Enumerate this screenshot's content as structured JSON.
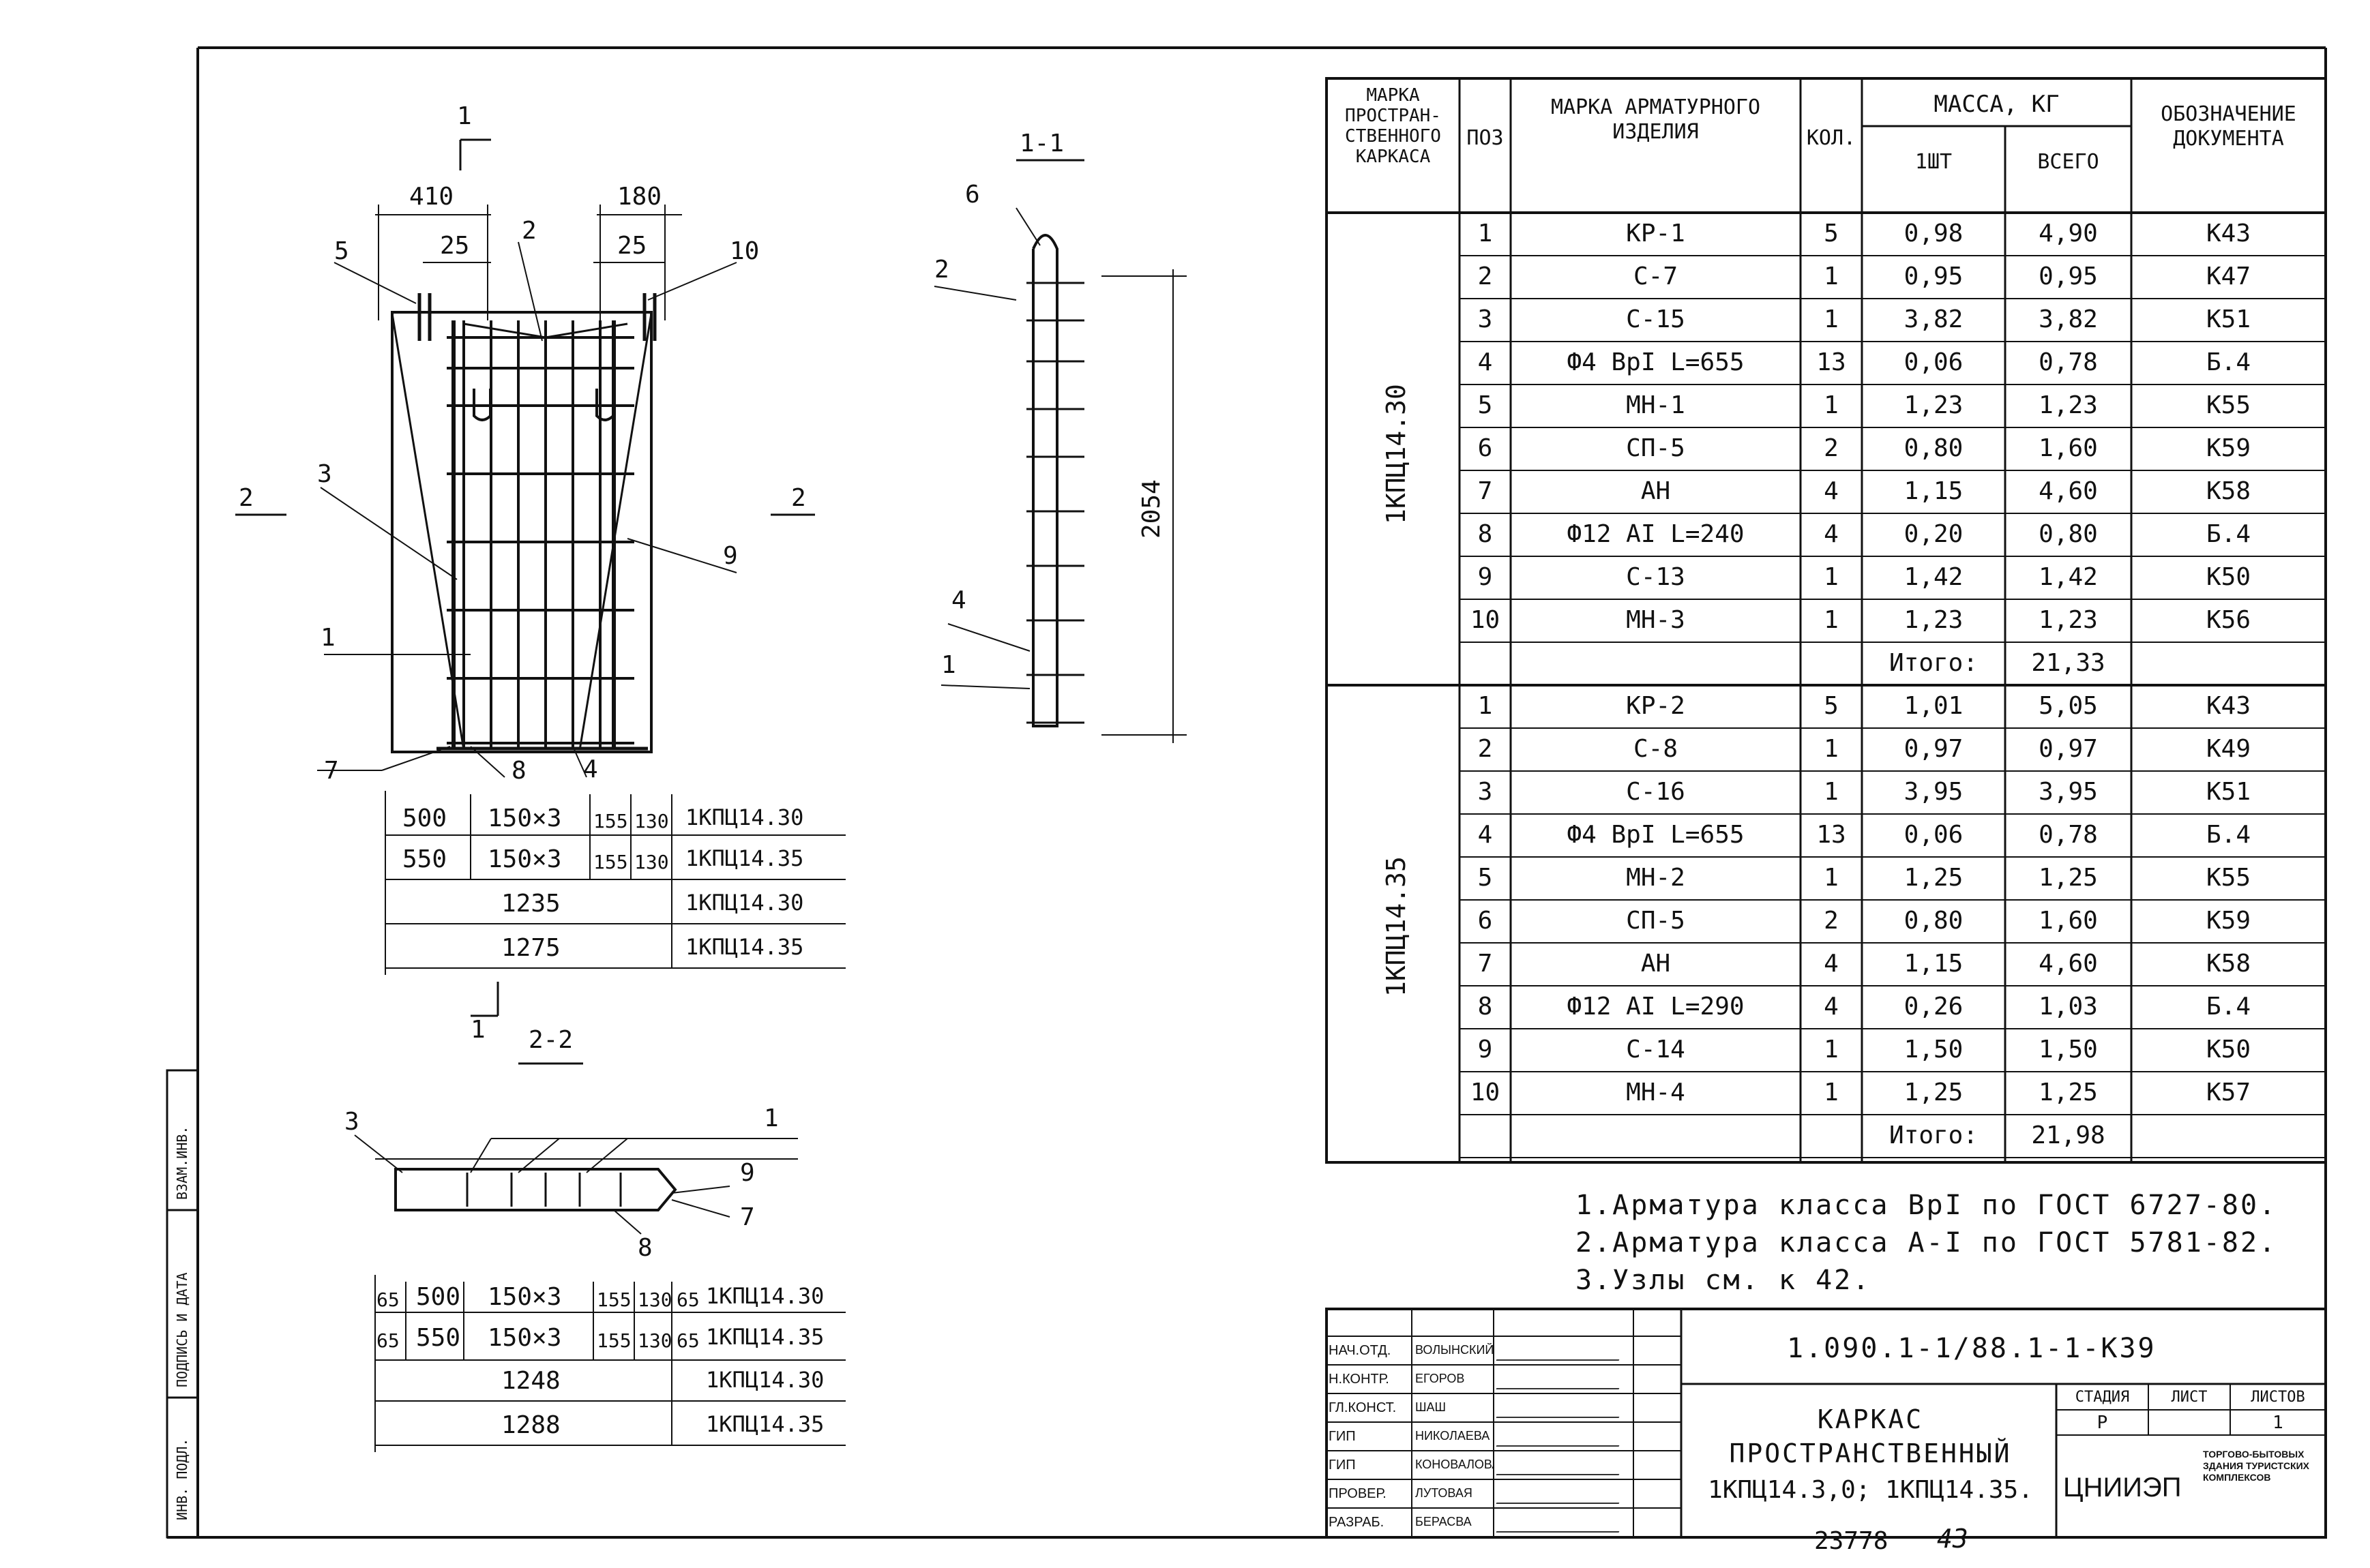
{
  "drawing": {
    "view_top_label": "1",
    "dims_top": [
      "410",
      "180",
      "25",
      "25"
    ],
    "callouts_main": [
      "5",
      "2",
      "10",
      "3",
      "9",
      "1",
      "7",
      "8",
      "4"
    ],
    "section_arrow_left": "2",
    "section_arrow_right": "2",
    "section_1_1": {
      "title": "1-1",
      "callouts": [
        "6",
        "2",
        "4",
        "1"
      ],
      "height_dim": "2054"
    },
    "dim_rows_main": [
      {
        "a": "500",
        "b": "150×3",
        "c": "155",
        "d": "130",
        "mark": "1КПЦ14.30"
      },
      {
        "a": "550",
        "b": "150×3",
        "c": "155",
        "d": "130",
        "mark": "1КПЦ14.35"
      }
    ],
    "total_rows_main": [
      {
        "value": "1235",
        "mark": "1КПЦ14.30"
      },
      {
        "value": "1275",
        "mark": "1КПЦ14.35"
      }
    ],
    "view_bottom_label": "1",
    "section_2_2": {
      "title": "2-2",
      "callouts": [
        "3",
        "1",
        "9",
        "7",
        "8"
      ],
      "dim_rows": [
        {
          "e": "65",
          "a": "500",
          "b": "150×3",
          "c": "155",
          "d": "130",
          "f": "65",
          "mark": "1КПЦ14.30"
        },
        {
          "e": "65",
          "a": "550",
          "b": "150×3",
          "c": "155",
          "d": "130",
          "f": "65",
          "mark": "1КПЦ14.35"
        }
      ],
      "total_rows": [
        {
          "value": "1248",
          "mark": "1КПЦ14.30"
        },
        {
          "value": "1288",
          "mark": "1КПЦ14.35"
        }
      ]
    }
  },
  "table": {
    "headers": {
      "frame_mark": "МАРКА ПРОСТРАН-СТВЕННОГО КАРКАСА",
      "pos": "ПОЗ",
      "item_mark": "МАРКА АРМАТУРНОГО ИЗДЕЛИЯ",
      "qty": "КОЛ.",
      "mass": "МАССА, КГ",
      "mass_one": "1ШТ",
      "mass_total": "ВСЕГО",
      "doc": "ОБОЗНАЧЕНИЕ ДОКУМЕНТА"
    },
    "groups": [
      {
        "frame": "1КПЦ14.30",
        "rows": [
          {
            "pos": "1",
            "mark": "КР-1",
            "qty": "5",
            "one": "0,98",
            "total": "4,90",
            "doc": "К43"
          },
          {
            "pos": "2",
            "mark": "С-7",
            "qty": "1",
            "one": "0,95",
            "total": "0,95",
            "doc": "К47"
          },
          {
            "pos": "3",
            "mark": "С-15",
            "qty": "1",
            "one": "3,82",
            "total": "3,82",
            "doc": "К51"
          },
          {
            "pos": "4",
            "mark": "Ф4 ВрI L=655",
            "qty": "13",
            "one": "0,06",
            "total": "0,78",
            "doc": "Б.4"
          },
          {
            "pos": "5",
            "mark": "МН-1",
            "qty": "1",
            "one": "1,23",
            "total": "1,23",
            "doc": "К55"
          },
          {
            "pos": "6",
            "mark": "СП-5",
            "qty": "2",
            "one": "0,80",
            "total": "1,60",
            "doc": "К59"
          },
          {
            "pos": "7",
            "mark": "АН",
            "qty": "4",
            "one": "1,15",
            "total": "4,60",
            "doc": "К58"
          },
          {
            "pos": "8",
            "mark": "Ф12 АI L=240",
            "qty": "4",
            "one": "0,20",
            "total": "0,80",
            "doc": "Б.4"
          },
          {
            "pos": "9",
            "mark": "С-13",
            "qty": "1",
            "one": "1,42",
            "total": "1,42",
            "doc": "К50"
          },
          {
            "pos": "10",
            "mark": "МН-3",
            "qty": "1",
            "one": "1,23",
            "total": "1,23",
            "doc": "К56"
          }
        ],
        "sum_label": "Итого:",
        "sum_value": "21,33"
      },
      {
        "frame": "1КПЦ14.35",
        "rows": [
          {
            "pos": "1",
            "mark": "КР-2",
            "qty": "5",
            "one": "1,01",
            "total": "5,05",
            "doc": "К43"
          },
          {
            "pos": "2",
            "mark": "С-8",
            "qty": "1",
            "one": "0,97",
            "total": "0,97",
            "doc": "К49"
          },
          {
            "pos": "3",
            "mark": "С-16",
            "qty": "1",
            "one": "3,95",
            "total": "3,95",
            "doc": "К51"
          },
          {
            "pos": "4",
            "mark": "Ф4 ВрI L=655",
            "qty": "13",
            "one": "0,06",
            "total": "0,78",
            "doc": "Б.4"
          },
          {
            "pos": "5",
            "mark": "МН-2",
            "qty": "1",
            "one": "1,25",
            "total": "1,25",
            "doc": "К55"
          },
          {
            "pos": "6",
            "mark": "СП-5",
            "qty": "2",
            "one": "0,80",
            "total": "1,60",
            "doc": "К59"
          },
          {
            "pos": "7",
            "mark": "АН",
            "qty": "4",
            "one": "1,15",
            "total": "4,60",
            "doc": "К58"
          },
          {
            "pos": "8",
            "mark": "Ф12 АI L=290",
            "qty": "4",
            "one": "0,26",
            "total": "1,03",
            "doc": "Б.4"
          },
          {
            "pos": "9",
            "mark": "С-14",
            "qty": "1",
            "one": "1,50",
            "total": "1,50",
            "doc": "К50"
          },
          {
            "pos": "10",
            "mark": "МН-4",
            "qty": "1",
            "one": "1,25",
            "total": "1,25",
            "doc": "К57"
          }
        ],
        "sum_label": "Итого:",
        "sum_value": "21,98"
      }
    ]
  },
  "notes": [
    "1.Арматура класса ВрI по ГОСТ 6727-80.",
    "2.Арматура класса А-I по ГОСТ 5781-82.",
    "3.Узлы см. к 42."
  ],
  "title_block": {
    "code": "1.090.1-1/88.1-1-К39",
    "roles": [
      {
        "role": "НАЧ.ОТД.",
        "name": "ВОЛЫНСКИЙ"
      },
      {
        "role": "Н.КОНТР.",
        "name": "ЕГОРОВ"
      },
      {
        "role": "ГЛ.КОНСТ.",
        "name": "ШАШ"
      },
      {
        "role": "ГИП",
        "name": "НИКОЛАЕВА"
      },
      {
        "role": "ГИП",
        "name": "КОНОВАЛОВА"
      },
      {
        "role": "ПРОВЕР.",
        "name": "ЛУТОВАЯ"
      },
      {
        "role": "РАЗРАБ.",
        "name": "БЕРАСВА"
      }
    ],
    "title_lines": [
      "КАРКАС",
      "ПРОСТРАНСТВЕННЫЙ",
      "1КПЦ14.3,0; 1КПЦ14.35."
    ],
    "stage_label": "СТАДИЯ",
    "sheet_label": "ЛИСТ",
    "sheets_label": "ЛИСТОВ",
    "stage_value": "Р",
    "sheets_value": "1",
    "org": "ЦНИИЭП",
    "org_sub": "ТОРГОВО-БЫТОВЫХ ЗДАНИЯ ТУРИСТСКИХ КОМПЛЕКСОВ",
    "bottom_number": "23778",
    "page_number": "43"
  },
  "side_stamps": [
    "ВЗАМ.ИНВ.",
    "ПОДПИСЬ И ДАТА",
    "ИНВ. ПОДЛ."
  ]
}
